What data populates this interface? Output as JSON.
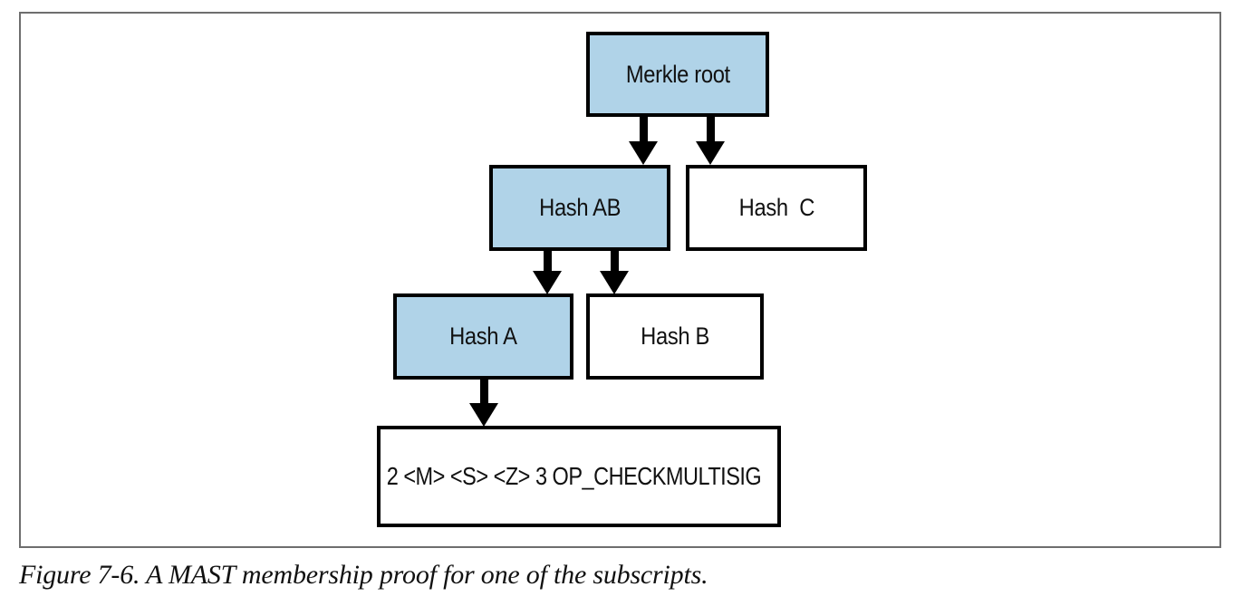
{
  "figure": {
    "caption": "Figure 7-6. A MAST membership proof for one of the subscripts.",
    "frame_border_color": "#6e6e6e",
    "highlight_color": "#b0d3e8",
    "node_border_color": "#000000",
    "background_color": "#ffffff"
  },
  "diagram": {
    "type": "merkle-tree",
    "nodes": [
      {
        "id": "merkle-root",
        "label": "Merkle root",
        "highlighted": true,
        "row": 0
      },
      {
        "id": "hash-ab",
        "label": "Hash AB",
        "highlighted": true,
        "row": 1
      },
      {
        "id": "hash-c",
        "label": "Hash  C",
        "highlighted": false,
        "row": 1
      },
      {
        "id": "hash-a",
        "label": "Hash A",
        "highlighted": true,
        "row": 2
      },
      {
        "id": "hash-b",
        "label": "Hash B",
        "highlighted": false,
        "row": 2
      },
      {
        "id": "script",
        "label": "2 <M> <S> <Z> 3 OP_CHECKMULTISIG",
        "highlighted": false,
        "row": 3
      }
    ],
    "edges": [
      {
        "id": "root-to-hashab",
        "from": "merkle-root",
        "to": "hash-ab"
      },
      {
        "id": "root-to-hashc",
        "from": "merkle-root",
        "to": "hash-c"
      },
      {
        "id": "hashab-to-hasha",
        "from": "hash-ab",
        "to": "hash-a"
      },
      {
        "id": "hashab-to-hashb",
        "from": "hash-ab",
        "to": "hash-b"
      },
      {
        "id": "hasha-to-script",
        "from": "hash-a",
        "to": "script"
      }
    ]
  }
}
